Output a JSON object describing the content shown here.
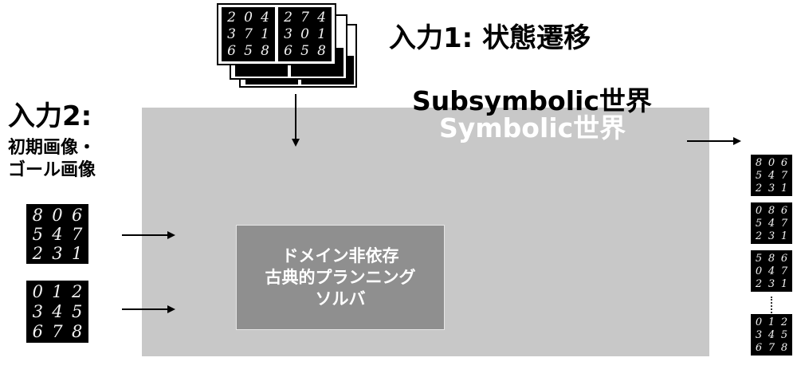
{
  "labels": {
    "input1": "入力1: 状態遷移",
    "subsymbolic": "Subsymbolic世界",
    "symbolic": "Symbolic世界",
    "input2": "入力2:",
    "input2_line1": "初期画像・",
    "input2_line2": "ゴール画像"
  },
  "solver": {
    "line1": "ドメイン非依存",
    "line2": "古典的プランニング",
    "line3": "ソルバ"
  },
  "state_transition": {
    "before": [
      [
        "2",
        "0",
        "4"
      ],
      [
        "3",
        "7",
        "1"
      ],
      [
        "6",
        "5",
        "8"
      ]
    ],
    "after": [
      [
        "2",
        "7",
        "4"
      ],
      [
        "3",
        "0",
        "1"
      ],
      [
        "6",
        "5",
        "8"
      ]
    ]
  },
  "initial_image": [
    [
      "8",
      "0",
      "6"
    ],
    [
      "5",
      "4",
      "7"
    ],
    [
      "2",
      "3",
      "1"
    ]
  ],
  "goal_image": [
    [
      "0",
      "1",
      "2"
    ],
    [
      "3",
      "4",
      "5"
    ],
    [
      "6",
      "7",
      "8"
    ]
  ],
  "plan_sequence": [
    [
      [
        "8",
        "0",
        "6"
      ],
      [
        "5",
        "4",
        "7"
      ],
      [
        "2",
        "3",
        "1"
      ]
    ],
    [
      [
        "0",
        "8",
        "6"
      ],
      [
        "5",
        "4",
        "7"
      ],
      [
        "2",
        "3",
        "1"
      ]
    ],
    [
      [
        "5",
        "8",
        "6"
      ],
      [
        "0",
        "4",
        "7"
      ],
      [
        "2",
        "3",
        "1"
      ]
    ],
    [
      [
        "0",
        "1",
        "2"
      ],
      [
        "3",
        "4",
        "5"
      ],
      [
        "6",
        "7",
        "8"
      ]
    ]
  ],
  "colors": {
    "subsymbolic_region": "#c8c8c8",
    "solver_box": "#8f8f8f",
    "image_background": "#000000"
  }
}
